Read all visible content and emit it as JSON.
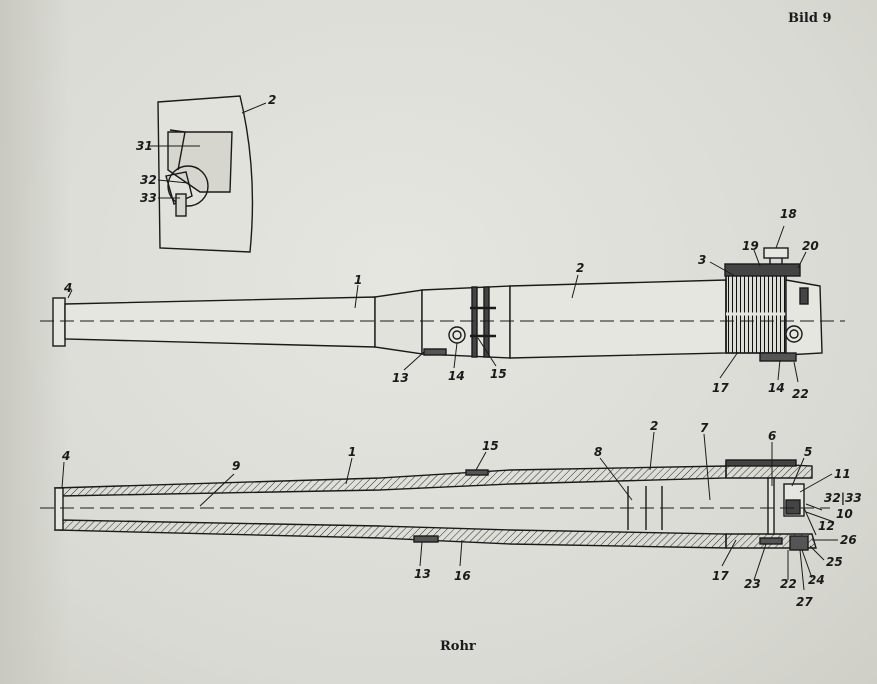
{
  "page_label": "Bild 9",
  "caption": "Rohr",
  "detail_view": {
    "labels": [
      "2",
      "31",
      "32",
      "33"
    ]
  },
  "exterior_view": {
    "labels": [
      "4",
      "1",
      "2",
      "3",
      "19",
      "18",
      "20",
      "13",
      "14",
      "15",
      "17",
      "14",
      "22"
    ]
  },
  "section_view": {
    "labels": [
      "4",
      "9",
      "1",
      "15",
      "8",
      "2",
      "7",
      "6",
      "5",
      "11",
      "32|33",
      "10",
      "12",
      "26",
      "25",
      "24",
      "27",
      "22",
      "23",
      "17",
      "16",
      "13"
    ]
  },
  "colors": {
    "ink": "#1a1a1a",
    "paper": "#dcdcd6"
  }
}
